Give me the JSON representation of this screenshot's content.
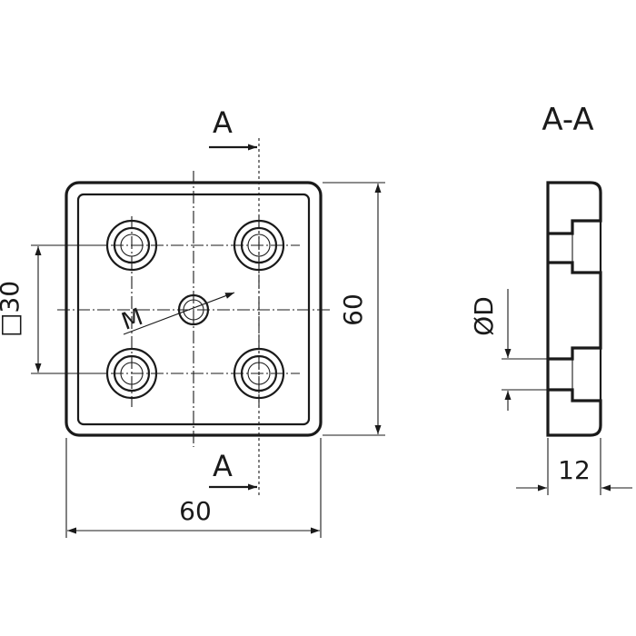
{
  "labels": {
    "section_top": "A",
    "section_bottom": "A",
    "section_title": "A-A",
    "square_30": "□30",
    "dim_60_vertical": "60",
    "dim_60_horizontal": "60",
    "thread": "M",
    "diameter": "ØD",
    "thickness": "12"
  },
  "colors": {
    "line": "#1a1a1a",
    "background": "#ffffff"
  }
}
